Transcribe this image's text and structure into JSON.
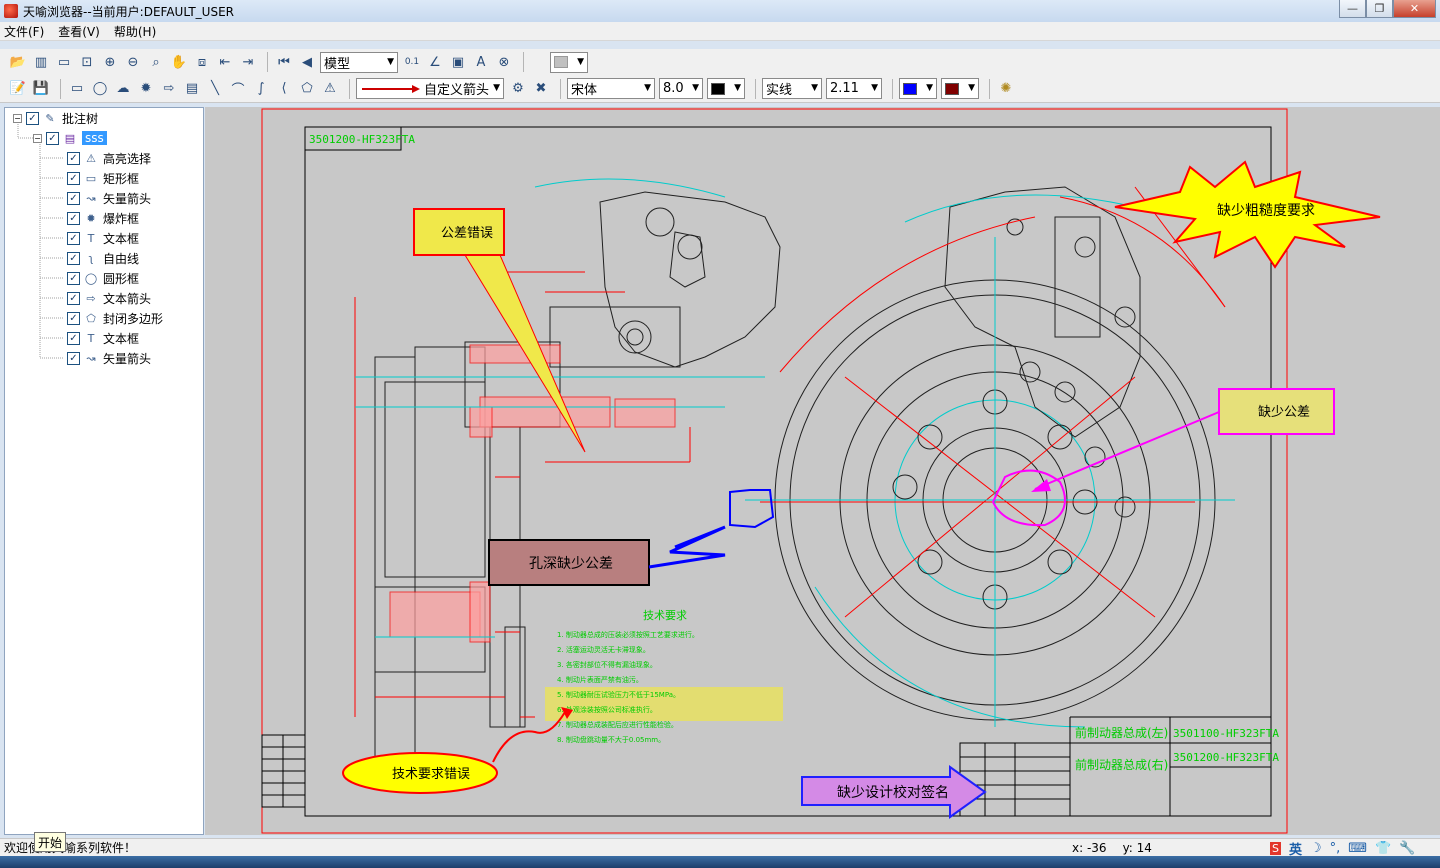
{
  "window": {
    "title": "天喻浏览器--当前用户:DEFAULT_USER",
    "buttons": [
      "—",
      "❐",
      "✕"
    ]
  },
  "menu": [
    "文件(F)",
    "查看(V)",
    "帮助(H)"
  ],
  "toolbar": {
    "view_mode": "模型",
    "arrow_style": "自定义箭头",
    "font_name": "宋体",
    "font_size": "8.0",
    "line_style": "实线",
    "line_width": "2.11",
    "text_color": "#000000",
    "line_color": "#0000ff",
    "fill_color": "#800000",
    "top_color": "#c0c0c0"
  },
  "tree": {
    "root": "批注树",
    "child": "sss",
    "items": [
      {
        "label": "高亮选择",
        "icon": "highlight-icon"
      },
      {
        "label": "矩形框",
        "icon": "rectangle-icon"
      },
      {
        "label": "矢量箭头",
        "icon": "vector-arrow-icon"
      },
      {
        "label": "爆炸框",
        "icon": "burst-icon"
      },
      {
        "label": "文本框",
        "icon": "textbox-icon"
      },
      {
        "label": "自由线",
        "icon": "freeline-icon"
      },
      {
        "label": "圆形框",
        "icon": "circle-icon"
      },
      {
        "label": "文本箭头",
        "icon": "text-arrow-icon"
      },
      {
        "label": "封闭多边形",
        "icon": "polygon-icon"
      },
      {
        "label": "文本框",
        "icon": "textbox-icon"
      },
      {
        "label": "矢量箭头",
        "icon": "vector-arrow-icon"
      }
    ]
  },
  "drawing": {
    "title_block_id": "3501200-HF323FTA",
    "title_block_id_alt": "3501100-HF323FTA",
    "part_name_left": "前制动器总成(左)",
    "part_name_right": "前制动器总成(右)",
    "tech_title": "技术要求",
    "tech_lines": [
      "1. 制动器总成的压装必须按照工艺要求进行。",
      "2. 活塞运动灵活无卡滞现象。",
      "3. 各密封部位不得有漏油现象。",
      "4. 制动片表面严禁有油污。",
      "5. 制动器耐压试验压力不低于15MPa。",
      "6. 外观涂装按照公司标准执行。",
      "7. 制动器总成装配后应进行性能检验。",
      "8. 制动盘跳动量不大于0.05mm。"
    ]
  },
  "annotations": {
    "tolerance_error": "公差错误",
    "missing_roughness": "缺少粗糙度要求",
    "missing_tolerance": "缺少公差",
    "hole_depth": "孔深缺少公差",
    "tech_error": "技术要求错误",
    "missing_signature": "缺少设计校对签名"
  },
  "status": {
    "message": "欢迎使用天喻系列软件！",
    "x": "x: -36",
    "y": "y: 14",
    "ime_lang": "英",
    "start_tip": "开始"
  }
}
